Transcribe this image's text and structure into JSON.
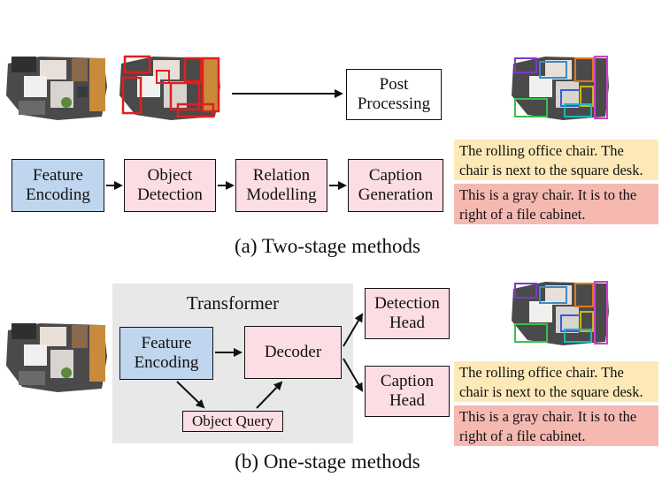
{
  "two_stage": {
    "post_processing": "Post Processing",
    "pipeline": [
      {
        "label": "Feature Encoding",
        "color": "#bfd6ee"
      },
      {
        "label": "Object Detection",
        "color": "#fbdde3"
      },
      {
        "label": "Relation Modelling",
        "color": "#fbdde3"
      },
      {
        "label": "Caption Generation",
        "color": "#fbdde3"
      }
    ],
    "captions": [
      "The rolling office chair. The chair is next to the square desk.",
      "This is a gray chair. It is to the right of a file cabinet."
    ],
    "section_label": "(a) Two-stage methods"
  },
  "one_stage": {
    "transformer_title": "Transformer",
    "feature_encoding": "Feature Encoding",
    "decoder": "Decoder",
    "object_query": "Object Query",
    "detection_head": "Detection Head",
    "caption_head": "Caption Head",
    "captions": [
      "The rolling office chair. The chair is next to the square desk.",
      "This is a gray chair. It is to the right of a file cabinet."
    ],
    "section_label": "(b) One-stage methods"
  },
  "colors": {
    "encoding_blue": "#bfd6ee",
    "stage_pink": "#fbdde3",
    "caption_yellow": "#fde9b8",
    "caption_salmon": "#f6b9b2",
    "transformer_gray": "#e8e8e8",
    "bbox_red": "#e01f1f"
  }
}
